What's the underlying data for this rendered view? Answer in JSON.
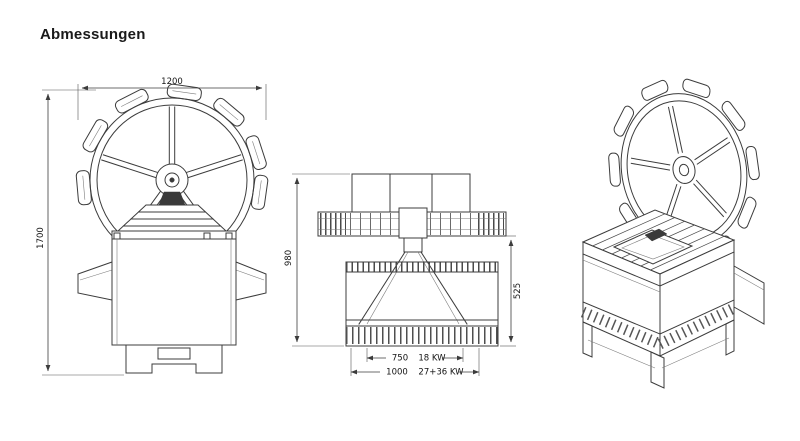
{
  "title": "Abmessungen",
  "front_view": {
    "dim_width": "1200",
    "dim_height": "1700"
  },
  "side_view": {
    "dim_height": "980",
    "dim_body_height": "525",
    "dim_burner_width": "750",
    "dim_burner_power": "18 KW",
    "dim_overall_width": "1000",
    "dim_overall_power": "27+36 KW"
  },
  "colors": {
    "line": "#3c3c3c",
    "text": "#141414",
    "background": "#ffffff"
  }
}
